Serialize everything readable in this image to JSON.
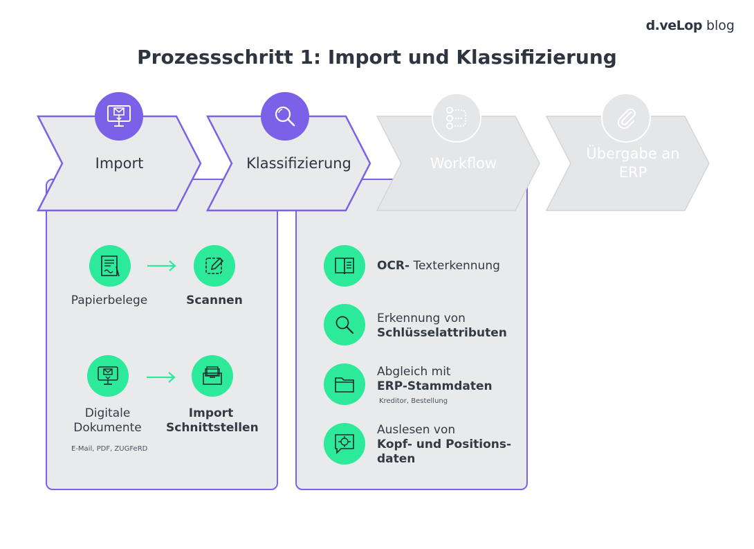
{
  "brand": {
    "bold": "d.veLop",
    "light": "blog"
  },
  "title": "Prozessschritt 1: Import und Klassifizierung",
  "stages": [
    {
      "label": "Import",
      "icon": "monitor-mail-icon",
      "state": "active"
    },
    {
      "label": "Klassifizierung",
      "icon": "magnifier-icon",
      "state": "active"
    },
    {
      "label": "Workflow",
      "icon": "workflow-icon",
      "state": "inactive"
    },
    {
      "label": "Übergabe an ERP",
      "icon": "paperclip-icon",
      "state": "inactive"
    }
  ],
  "import_panel": {
    "row1": {
      "source": "Papierbelege",
      "target": "Scannen"
    },
    "row2": {
      "source": "Digitale Dokumente",
      "source_note": "E-Mail, PDF, ZUGFeRD",
      "target": "Import Schnittstellen"
    }
  },
  "klass_panel": {
    "items": [
      {
        "bold": "OCR-",
        "text": "Texterkennung",
        "icon": "book-icon"
      },
      {
        "text": "Erkennung von",
        "bold": "Schlüsselattributen",
        "icon": "magnifier-icon"
      },
      {
        "text": "Abgleich mit",
        "bold": "ERP-Stammdaten",
        "note": "Kreditor, Bestellung",
        "icon": "folder-icon"
      },
      {
        "text": "Auslesen von",
        "bold": "Kopf- und Positions-daten",
        "icon": "data-chat-icon"
      }
    ]
  },
  "colors": {
    "accent": "#7b61e8",
    "green": "#2cea9a",
    "panel": "#e9eaec",
    "text": "#2f3540"
  }
}
